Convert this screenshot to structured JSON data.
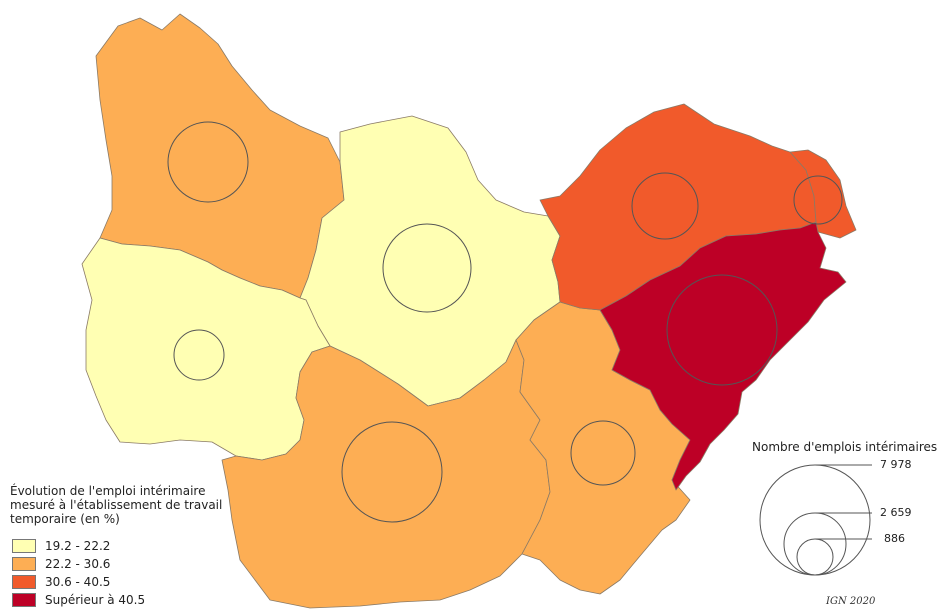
{
  "legend": {
    "title": "Évolution de l'emploi intérimaire mesuré à l'établissement de travail temporaire (en %)",
    "classes": [
      {
        "label": "19.2 - 22.2",
        "color": "#ffffb3"
      },
      {
        "label": "22.2 - 30.6",
        "color": "#fdae54"
      },
      {
        "label": "30.6 - 40.5",
        "color": "#f15a2b"
      },
      {
        "label": "Supérieur à 40.5",
        "color": "#bd0026"
      }
    ]
  },
  "size_legend": {
    "title": "Nombre d'emplois intérimaires",
    "values": [
      "7 978",
      "2 659",
      "886"
    ]
  },
  "source": "IGN 2020"
}
